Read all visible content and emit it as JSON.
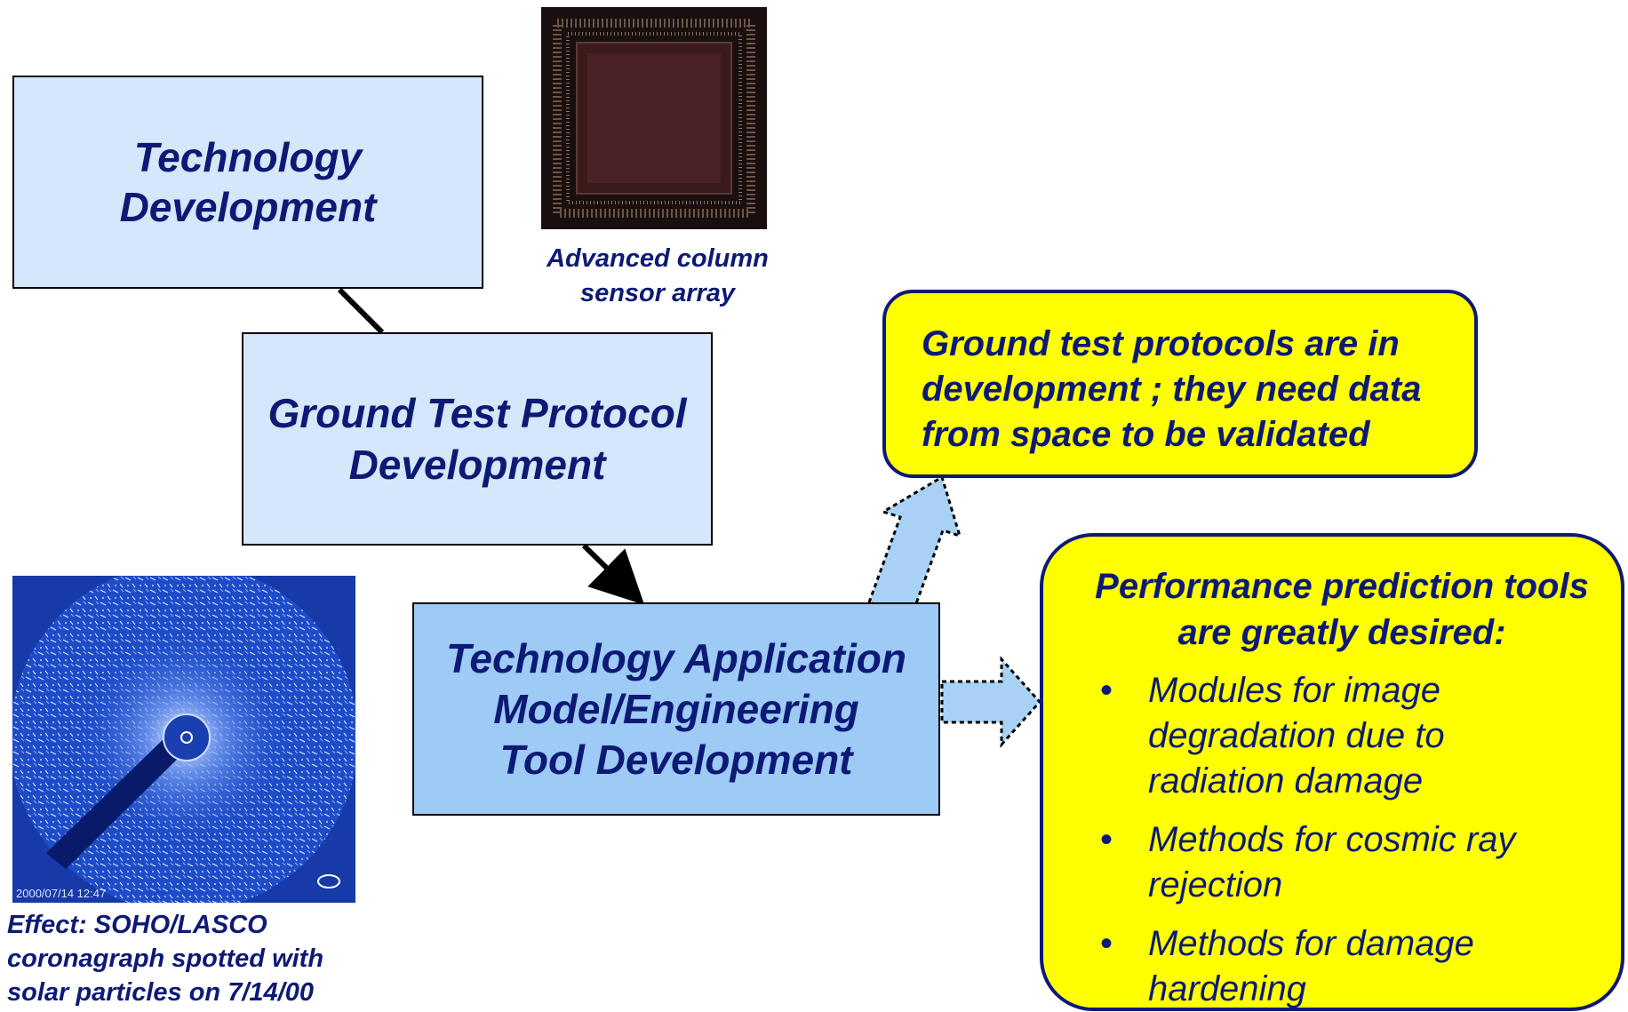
{
  "boxes": {
    "technology_development": [
      "Technology",
      "Development"
    ],
    "ground_test_protocol": [
      "Ground Test Protocol",
      "Development"
    ],
    "technology_application": [
      "Technology Application",
      "Model/Engineering",
      "Tool Development"
    ]
  },
  "callouts": {
    "ground_test": [
      "Ground test protocols are in",
      "development ; they need data",
      "from space to be validated"
    ],
    "performance": {
      "title": [
        "Performance prediction tools",
        "are greatly desired:"
      ],
      "bullet_symbol": "•",
      "bullets": [
        [
          "Modules for image",
          "degradation due to",
          "radiation damage"
        ],
        [
          "Methods for cosmic ray",
          "rejection"
        ],
        [
          "Methods for damage",
          "hardening"
        ]
      ]
    }
  },
  "captions": {
    "sensor": [
      "Advanced column",
      "sensor array"
    ],
    "soho": [
      "Effect:  SOHO/LASCO",
      "coronagraph spotted with",
      "solar particles on 7/14/00"
    ]
  },
  "images": {
    "soho_timestamp": "2000/07/14 12:47"
  },
  "colors": {
    "box_light": "#d6e7fb",
    "box_mid": "#9ecbf6",
    "callout_fill": "#ffff00",
    "text_navy": "#0d1a75",
    "arrow_fill": "#a9d1f5"
  }
}
